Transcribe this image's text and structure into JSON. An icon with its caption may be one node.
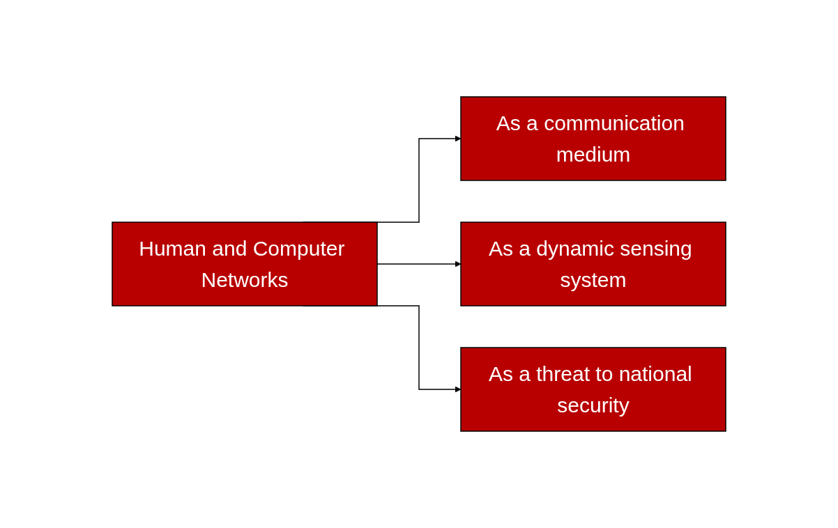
{
  "diagram": {
    "nodes": [
      {
        "text": [
          "Human and Computer Networks"
        ]
      },
      {
        "text": [
          "As a communication medium"
        ]
      },
      {
        "text": [
          "As a dynamic sensing system"
        ]
      },
      {
        "text": [
          "As a threat to national security"
        ]
      }
    ],
    "edges": [
      {
        "from": 0,
        "to": 1,
        "arrow": "to"
      },
      {
        "from": 0,
        "to": 2,
        "arrow": "to"
      },
      {
        "from": 0,
        "to": 3,
        "arrow": "to"
      }
    ]
  }
}
